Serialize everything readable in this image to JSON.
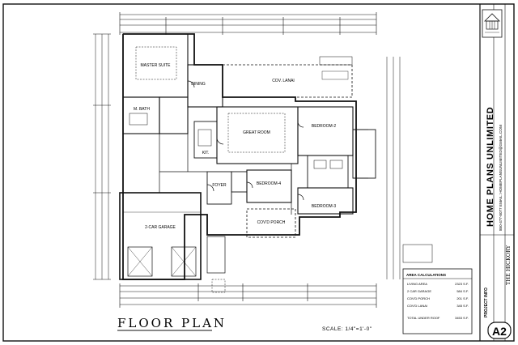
{
  "drawing_title": "FLOOR PLAN",
  "scale": "SCALE: 1/4\"=1'-0\"",
  "rooms": {
    "master_suite": "MASTER SUITE",
    "dining": "DINING",
    "covd_lanai": "COV. LANAI",
    "m_bath": "M. BATH",
    "great_room": "GREAT ROOM",
    "bedroom_2": "BEDROOM-2",
    "bedroom_3": "BEDROOM-3",
    "bedroom_4": "BEDROOM-4",
    "foyer": "FOYER",
    "garage": "2-CAR GARAGE",
    "covd_porch": "COV'D PORCH",
    "kitchen": "KIT."
  },
  "company": {
    "name": "HOME PLANS UNLIMITED",
    "contact": "850-477-8077 EMAIL: HOMEPLANSUNLIMITED@GMAIL.COM"
  },
  "area_calculations": {
    "title": "AREA CALCULATIONS",
    "rows": [
      {
        "label": "LIVING AREA",
        "value": "2323 S.F."
      },
      {
        "label": "2 CAR GARAGE",
        "value": "584 S.F."
      },
      {
        "label": "COV'D PORCH",
        "value": "201 S.F."
      },
      {
        "label": "COV'D LANAI",
        "value": "345 S.F."
      },
      {
        "label": "TOTAL UNDER ROOF",
        "value": "3453 S.F."
      }
    ]
  },
  "project": {
    "label": "PROJECT INFO",
    "name": "THE HICKORY"
  },
  "sheet_number": "A2"
}
